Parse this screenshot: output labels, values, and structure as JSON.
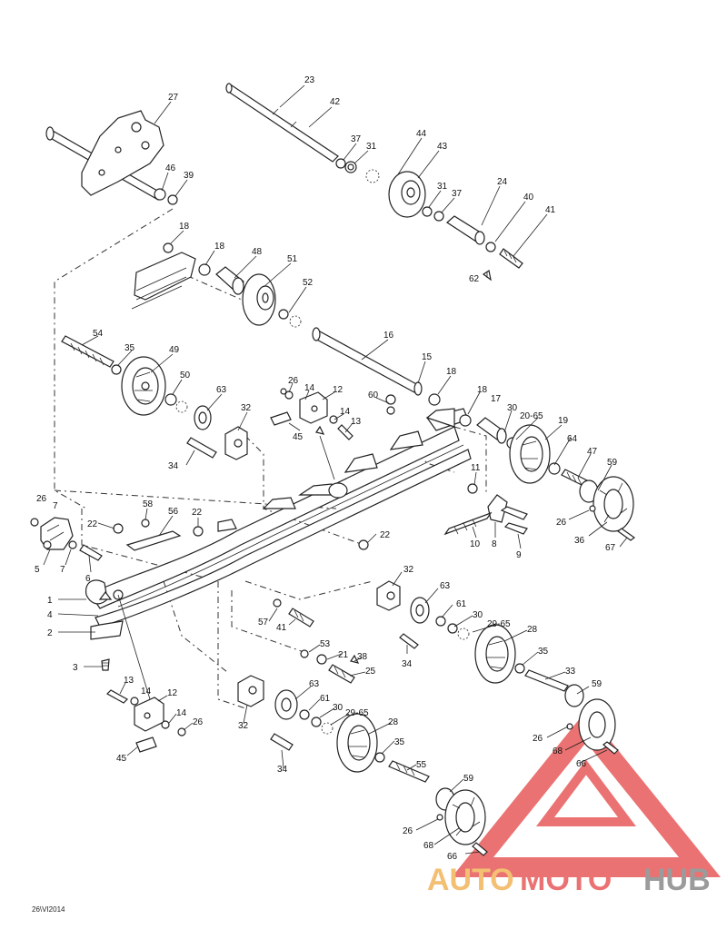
{
  "footer_code": "26\\VI2014",
  "watermark": {
    "part1": "AUTO",
    "part2": "MOTO",
    "part3": "HUB",
    "color_red": "#e85a5a",
    "color_orange": "#f2b45a",
    "color_gray": "#8a8a8a"
  },
  "callouts": [
    {
      "id": "c23",
      "text": "23"
    },
    {
      "id": "c42",
      "text": "42"
    },
    {
      "id": "c27",
      "text": "27"
    },
    {
      "id": "c37a",
      "text": "37"
    },
    {
      "id": "c31a",
      "text": "31"
    },
    {
      "id": "c44",
      "text": "44"
    },
    {
      "id": "c43",
      "text": "43"
    },
    {
      "id": "c46",
      "text": "46"
    },
    {
      "id": "c39",
      "text": "39"
    },
    {
      "id": "c31b",
      "text": "31"
    },
    {
      "id": "c37b",
      "text": "37"
    },
    {
      "id": "c24",
      "text": "24"
    },
    {
      "id": "c40",
      "text": "40"
    },
    {
      "id": "c41a",
      "text": "41"
    },
    {
      "id": "c18a",
      "text": "18"
    },
    {
      "id": "c18b",
      "text": "18"
    },
    {
      "id": "c48",
      "text": "48"
    },
    {
      "id": "c51",
      "text": "51"
    },
    {
      "id": "c62",
      "text": "62"
    },
    {
      "id": "c52",
      "text": "52"
    },
    {
      "id": "c54",
      "text": "54"
    },
    {
      "id": "c16",
      "text": "16"
    },
    {
      "id": "c35a",
      "text": "35"
    },
    {
      "id": "c49",
      "text": "49"
    },
    {
      "id": "c15",
      "text": "15"
    },
    {
      "id": "c50",
      "text": "50"
    },
    {
      "id": "c18c",
      "text": "18"
    },
    {
      "id": "c26a",
      "text": "26"
    },
    {
      "id": "c14a",
      "text": "14"
    },
    {
      "id": "c12a",
      "text": "12"
    },
    {
      "id": "c60",
      "text": "60"
    },
    {
      "id": "c63a",
      "text": "63"
    },
    {
      "id": "c18d",
      "text": "18"
    },
    {
      "id": "c17",
      "text": "17"
    },
    {
      "id": "c32a",
      "text": "32"
    },
    {
      "id": "c14b",
      "text": "14"
    },
    {
      "id": "c30a",
      "text": "30"
    },
    {
      "id": "c13a",
      "text": "13"
    },
    {
      "id": "c2065a",
      "text": "20-65"
    },
    {
      "id": "c19",
      "text": "19"
    },
    {
      "id": "c45a",
      "text": "45"
    },
    {
      "id": "c64",
      "text": "64"
    },
    {
      "id": "c47",
      "text": "47"
    },
    {
      "id": "c34a",
      "text": "34"
    },
    {
      "id": "c59a",
      "text": "59"
    },
    {
      "id": "c11",
      "text": "11"
    },
    {
      "id": "c26b",
      "text": "26"
    },
    {
      "id": "c7a",
      "text": "7"
    },
    {
      "id": "c58",
      "text": "58"
    },
    {
      "id": "c56",
      "text": "56"
    },
    {
      "id": "c22a",
      "text": "22"
    },
    {
      "id": "c22b",
      "text": "22"
    },
    {
      "id": "c26c",
      "text": "26"
    },
    {
      "id": "c36",
      "text": "36"
    },
    {
      "id": "c22c",
      "text": "22"
    },
    {
      "id": "c10",
      "text": "10"
    },
    {
      "id": "c8",
      "text": "8"
    },
    {
      "id": "c9",
      "text": "9"
    },
    {
      "id": "c67",
      "text": "67"
    },
    {
      "id": "c5",
      "text": "5"
    },
    {
      "id": "c7b",
      "text": "7"
    },
    {
      "id": "c6",
      "text": "6"
    },
    {
      "id": "c32b",
      "text": "32"
    },
    {
      "id": "c63b",
      "text": "63"
    },
    {
      "id": "c1",
      "text": "1"
    },
    {
      "id": "c61a",
      "text": "61"
    },
    {
      "id": "c4",
      "text": "4"
    },
    {
      "id": "c57",
      "text": "57"
    },
    {
      "id": "c30b",
      "text": "30"
    },
    {
      "id": "c41b",
      "text": "41"
    },
    {
      "id": "c2965a",
      "text": "29-65"
    },
    {
      "id": "c2",
      "text": "2"
    },
    {
      "id": "c28a",
      "text": "28"
    },
    {
      "id": "c53",
      "text": "53"
    },
    {
      "id": "c21",
      "text": "21"
    },
    {
      "id": "c38",
      "text": "38"
    },
    {
      "id": "c34b",
      "text": "34"
    },
    {
      "id": "c35b",
      "text": "35"
    },
    {
      "id": "c3",
      "text": "3"
    },
    {
      "id": "c25",
      "text": "25"
    },
    {
      "id": "c33",
      "text": "33"
    },
    {
      "id": "c13b",
      "text": "13"
    },
    {
      "id": "c14c",
      "text": "14"
    },
    {
      "id": "c12b",
      "text": "12"
    },
    {
      "id": "c63c",
      "text": "63"
    },
    {
      "id": "c59b",
      "text": "59"
    },
    {
      "id": "c14d",
      "text": "14"
    },
    {
      "id": "c26d",
      "text": "26"
    },
    {
      "id": "c61b",
      "text": "61"
    },
    {
      "id": "c32c",
      "text": "32"
    },
    {
      "id": "c30c",
      "text": "30"
    },
    {
      "id": "c2965b",
      "text": "29-65"
    },
    {
      "id": "c28b",
      "text": "28"
    },
    {
      "id": "c26e",
      "text": "26"
    },
    {
      "id": "c68a",
      "text": "68"
    },
    {
      "id": "c45b",
      "text": "45"
    },
    {
      "id": "c35c",
      "text": "35"
    },
    {
      "id": "c66a",
      "text": "66"
    },
    {
      "id": "c34c",
      "text": "34"
    },
    {
      "id": "c55",
      "text": "55"
    },
    {
      "id": "c59c",
      "text": "59"
    },
    {
      "id": "c26f",
      "text": "26"
    },
    {
      "id": "c68b",
      "text": "68"
    },
    {
      "id": "c66b",
      "text": "66"
    }
  ]
}
